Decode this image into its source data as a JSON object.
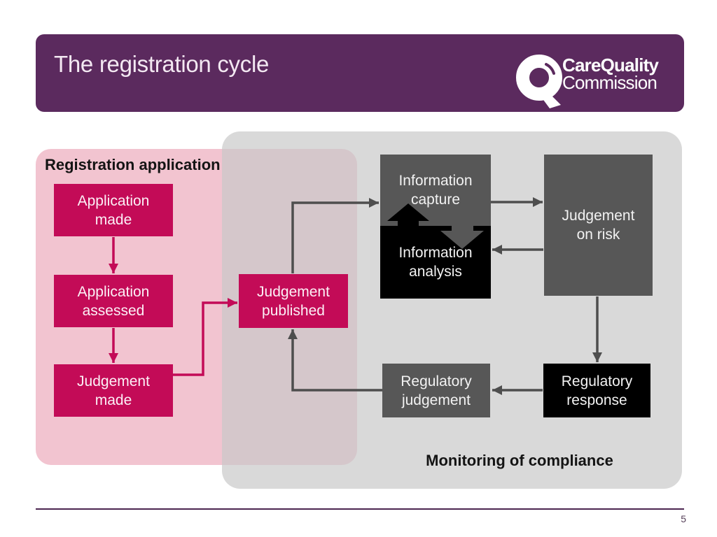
{
  "header": {
    "title": "The registration cycle"
  },
  "logo": {
    "name": "Care Quality Commission",
    "word1": "Care",
    "word2": "Quality",
    "line2": "Commission"
  },
  "panels": {
    "registration": {
      "label": "Registration application"
    },
    "monitoring": {
      "label": "Monitoring of compliance"
    }
  },
  "boxes": {
    "application_made": {
      "label": "Application\nmade"
    },
    "application_assessed": {
      "label": "Application\nassessed"
    },
    "judgement_made": {
      "label": "Judgement\nmade"
    },
    "judgement_published": {
      "label": "Judgement\npublished"
    },
    "information_capture": {
      "label": "Information\ncapture"
    },
    "information_analysis": {
      "label": "Information\nanalysis"
    },
    "judgement_on_risk": {
      "label": "Judgement\non risk"
    },
    "regulatory_judgement": {
      "label": "Regulatory\njudgement"
    },
    "regulatory_response": {
      "label": "Regulatory\nresponse"
    }
  },
  "footer": {
    "page_number": "5"
  },
  "icons": {
    "logo_mark": "cqc-q-icon"
  },
  "colors": {
    "header_purple": "#5b2a5e",
    "crimson": "#c30b57",
    "dark_gray": "#575757",
    "black": "#000000",
    "pink_panel": "#f2c4d0",
    "gray_panel_over_white": "#d9d9d9",
    "panel_overlap": "#d3c4c8",
    "connector_gray": "#4e4e4e",
    "footer_purple": "#4b2550"
  }
}
